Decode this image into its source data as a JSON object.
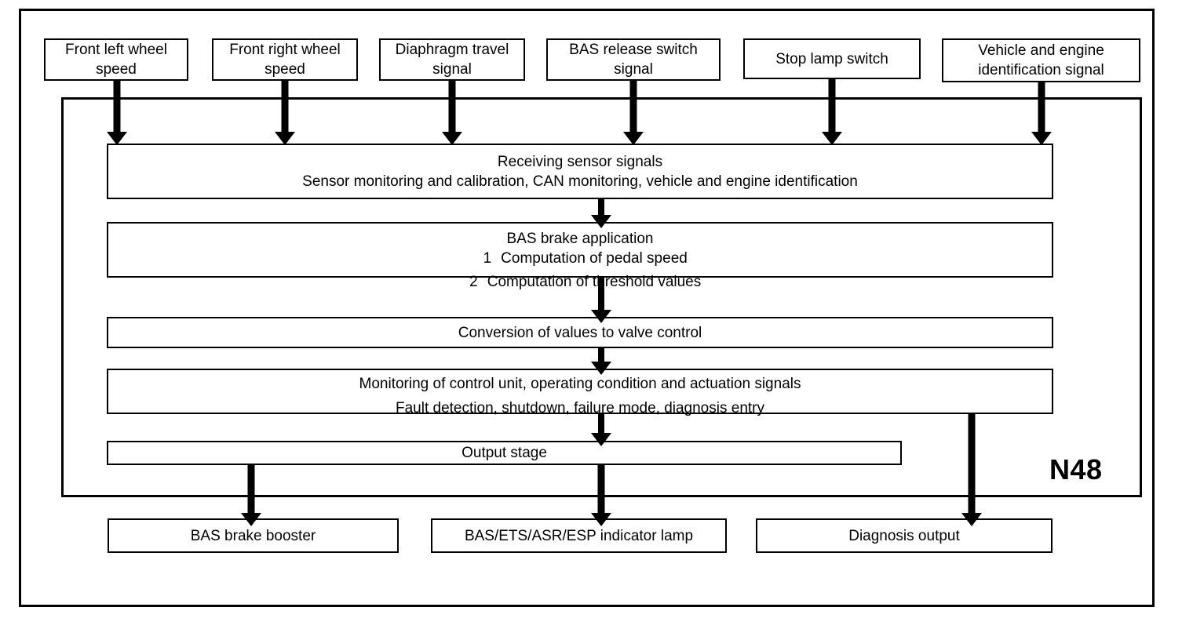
{
  "diagram": {
    "title_label": "N48",
    "inputs": [
      {
        "id": "front-left-wheel-speed",
        "lines": [
          "Front left wheel",
          "speed"
        ]
      },
      {
        "id": "front-right-wheel-speed",
        "lines": [
          "Front right wheel",
          "speed"
        ]
      },
      {
        "id": "diaphragm-travel-signal",
        "lines": [
          "Diaphragm travel",
          "signal"
        ]
      },
      {
        "id": "bas-release-switch-signal",
        "lines": [
          "BAS release switch",
          "signal"
        ]
      },
      {
        "id": "stop-lamp-switch",
        "lines": [
          "Stop lamp switch"
        ]
      },
      {
        "id": "vehicle-and-engine-identification-signal",
        "lines": [
          "Vehicle and engine",
          "identification signal"
        ]
      }
    ],
    "stages": [
      {
        "id": "receiving-sensor-signals",
        "lines": [
          "Receiving sensor signals",
          "Sensor monitoring and calibration, CAN monitoring, vehicle and engine identification"
        ]
      },
      {
        "id": "bas-brake-application",
        "lines": [
          "BAS brake application"
        ],
        "numbered": [
          {
            "num": "1",
            "text": "Computation of pedal speed"
          },
          {
            "num": "2",
            "text": "Computation of threshold values"
          }
        ]
      },
      {
        "id": "conversion-of-values-to-valve-control",
        "lines": [
          "Conversion of values to valve control"
        ]
      },
      {
        "id": "monitoring-of-control-unit",
        "lines": [
          "Monitoring of control unit, operating condition and actuation signals",
          "Fault detection, shutdown, failure mode, diagnosis entry"
        ]
      },
      {
        "id": "output-stage",
        "lines": [
          "Output stage"
        ]
      }
    ],
    "outputs": [
      {
        "id": "bas-brake-booster",
        "lines": [
          "BAS brake booster"
        ]
      },
      {
        "id": "bas-ets-asr-esp-indicator-lamp",
        "lines": [
          "BAS/ETS/ASR/ESP indicator lamp"
        ]
      },
      {
        "id": "diagnosis-output",
        "lines": [
          "Diagnosis output"
        ]
      }
    ],
    "colors": {
      "line": "#000000",
      "background": "#ffffff",
      "text": "#000000"
    }
  }
}
